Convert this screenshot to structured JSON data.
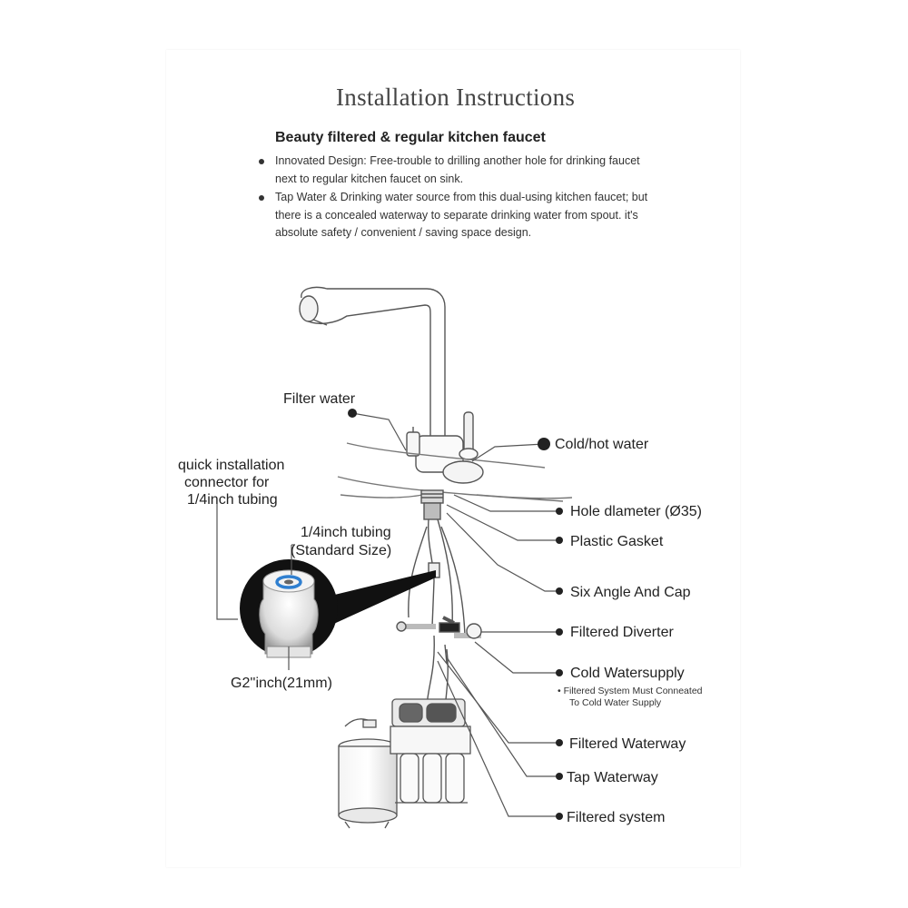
{
  "header": {
    "title": "Installation Instructions",
    "subtitle": "Beauty filtered & regular kitchen faucet",
    "bullets": [
      "Innovated Design: Free-trouble to drilling another hole for drinking faucet next to regular kitchen faucet on sink.",
      "Tap Water & Drinking water source from this dual-using kitchen faucet; but there is a concealed waterway to separate drinking water from spout. it's absolute safety / convenient / saving space design."
    ]
  },
  "diagram": {
    "filter_water": "Filter water",
    "cold_hot_water": "Cold/hot water",
    "hole_diameter": "Hole dlameter (Ø35)",
    "plastic_gasket": "Plastic Gasket",
    "six_angle_cap": "Six Angle And Cap",
    "filtered_diverter": "Filtered Diverter",
    "cold_watersupply": "Cold Watersupply",
    "cold_note_line1": "• Filtered System Must Conneated",
    "cold_note_line2": "To Cold Water Supply",
    "filtered_waterway": "Filtered Waterway",
    "tap_waterway": "Tap Waterway",
    "filtered_system": "Filtered system",
    "connector_line1": "quick installation",
    "connector_line2": "connector for",
    "connector_line3": "1/4inch tubing",
    "tubing_line1": "1/4inch tubing",
    "tubing_line2": "(Standard Size)",
    "thread_size": "G2''inch(21mm)"
  },
  "colors": {
    "accent_blue": "#2f7fd0",
    "callout_dark": "#111111",
    "line_gray": "#555555"
  }
}
